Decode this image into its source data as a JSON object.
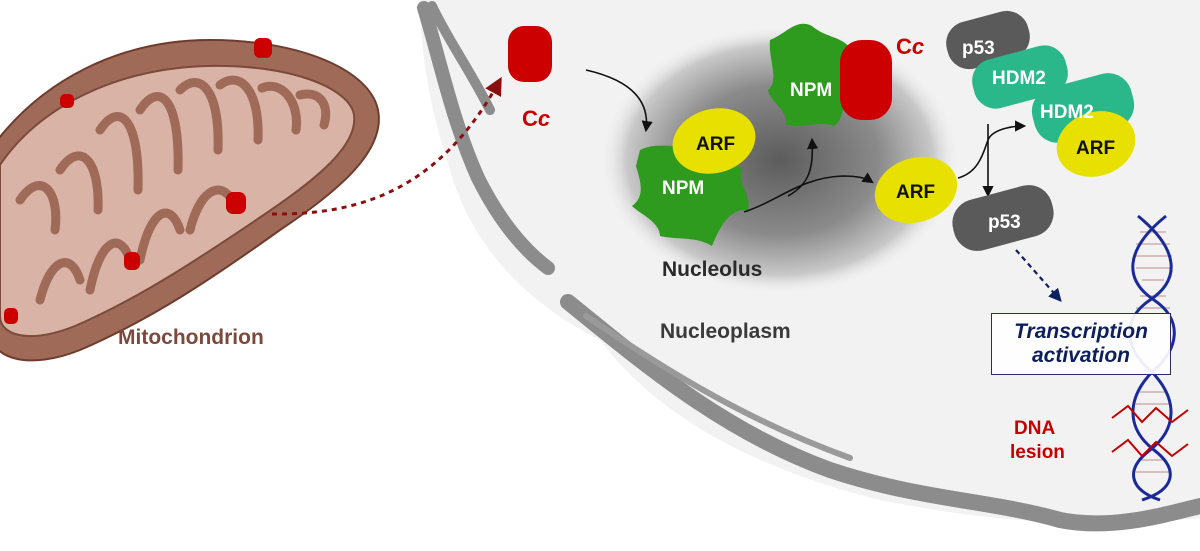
{
  "labels": {
    "mitochondrion": "Mitochondrion",
    "nucleolus": "Nucleolus",
    "nucleoplasm": "Nucleoplasm",
    "cc_main": "C",
    "cc_italic": "c",
    "npm": "NPM",
    "arf": "ARF",
    "p53": "p53",
    "hdm2": "HDM2",
    "transcription_line1": "Transcription",
    "transcription_line2": "activation",
    "dna_line1": "DNA",
    "dna_line2": "lesion"
  },
  "colors": {
    "mito_outer": "#a06a58",
    "mito_inner": "#d9b3a6",
    "mito_text": "#7a4a3c",
    "cytochrome_c": "#cc0000",
    "npm_green": "#2e9a1e",
    "arf_yellow": "#e8e000",
    "hdm2_teal": "#2ab88a",
    "p53_gray": "#5a5a5a",
    "nuclear_envelope": "#8c8c8c",
    "nucleus_fill": "#f2f2f2",
    "nucleolus_gray": "#6e6e6e",
    "dna_blue": "#1a2a9a",
    "lesion_red": "#c40000",
    "box_text": "#0d1f5c"
  }
}
